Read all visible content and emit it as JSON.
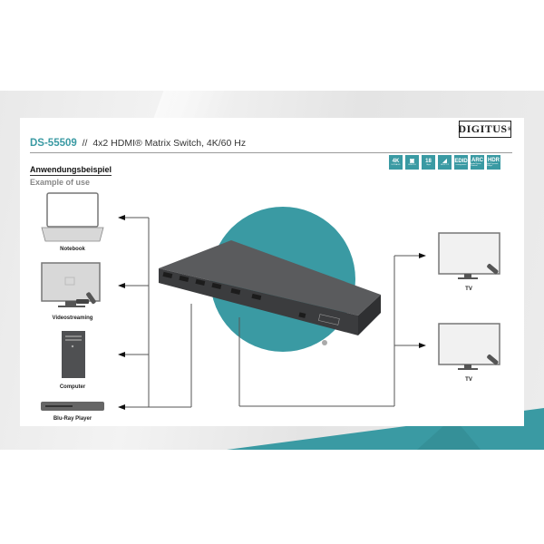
{
  "header": {
    "brand": "DIGITUS",
    "brand_mark": "®",
    "product_code": "DS-55509",
    "separator": "//",
    "product_name": "4x2 HDMI® Matrix Switch, 4K/60 Hz"
  },
  "badges": [
    {
      "main": "4K",
      "sub": "ULTRA HD"
    },
    {
      "main": "▣",
      "sub": "HDMI 2.0"
    },
    {
      "main": "18",
      "sub": "Gbps"
    },
    {
      "main": "◢",
      "sub": "HDCP 2.2"
    },
    {
      "main": "EDID",
      "sub": "management"
    },
    {
      "main": "ARC",
      "sub": "Audio Return Channel"
    },
    {
      "main": "HDR",
      "sub": "High Dynamic Range"
    }
  ],
  "section": {
    "title": "Anwendungsbeispiel",
    "subtitle": "Example of use"
  },
  "sources": [
    {
      "label": "Notebook",
      "icon": "laptop-icon"
    },
    {
      "label": "Videostreaming",
      "icon": "streaming-tv-icon"
    },
    {
      "label": "Computer",
      "icon": "pc-tower-icon"
    },
    {
      "label": "Blu-Ray Player",
      "icon": "bluray-player-icon"
    }
  ],
  "outputs": [
    {
      "label": "TV",
      "icon": "tv-icon"
    },
    {
      "label": "TV",
      "icon": "tv-icon"
    }
  ],
  "colors": {
    "accent": "#3a9aa3",
    "device": "#4a4b4d",
    "line": "#555555"
  }
}
